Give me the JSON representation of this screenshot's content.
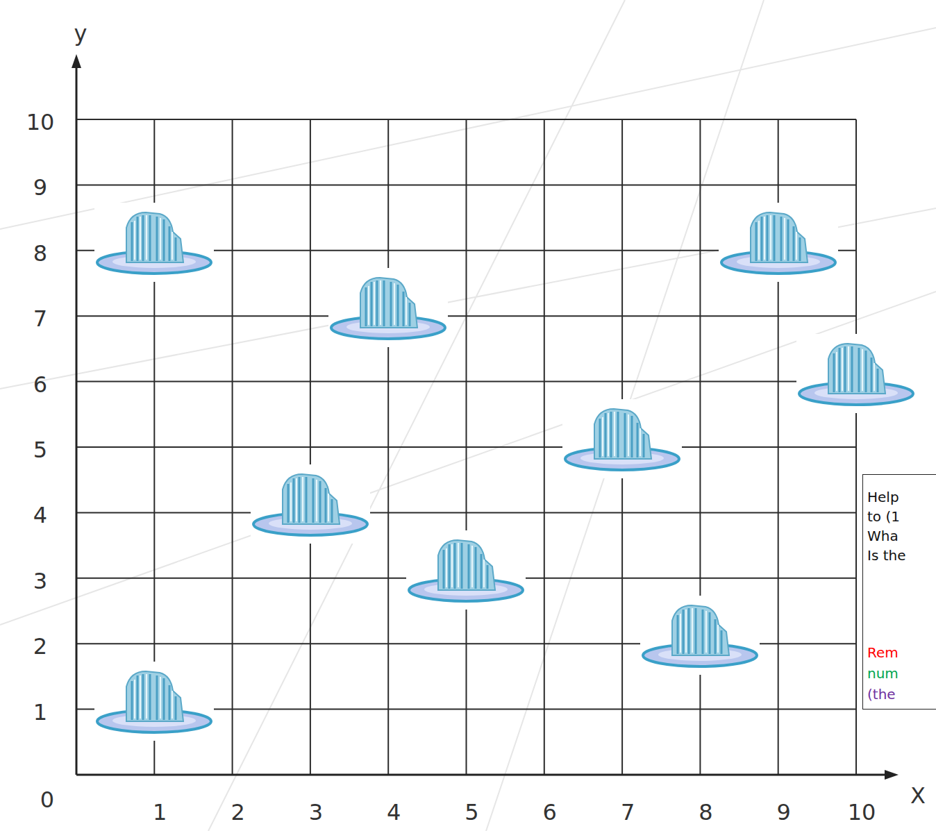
{
  "diagram": {
    "nodes": [
      {
        "text": [
          "Help",
          "to (1",
          "Wha",
          "Is the",
          "Rem",
          "num",
          "(the"
        ]
      }
    ],
    "labels": [
      "y",
      "10",
      "9",
      "8",
      "7",
      "6",
      "5",
      "4",
      "3",
      "2",
      "1",
      "0",
      "1",
      "2",
      "3",
      "4",
      "5",
      "6",
      "7",
      "8",
      "9",
      "10",
      "X"
    ]
  }
}
